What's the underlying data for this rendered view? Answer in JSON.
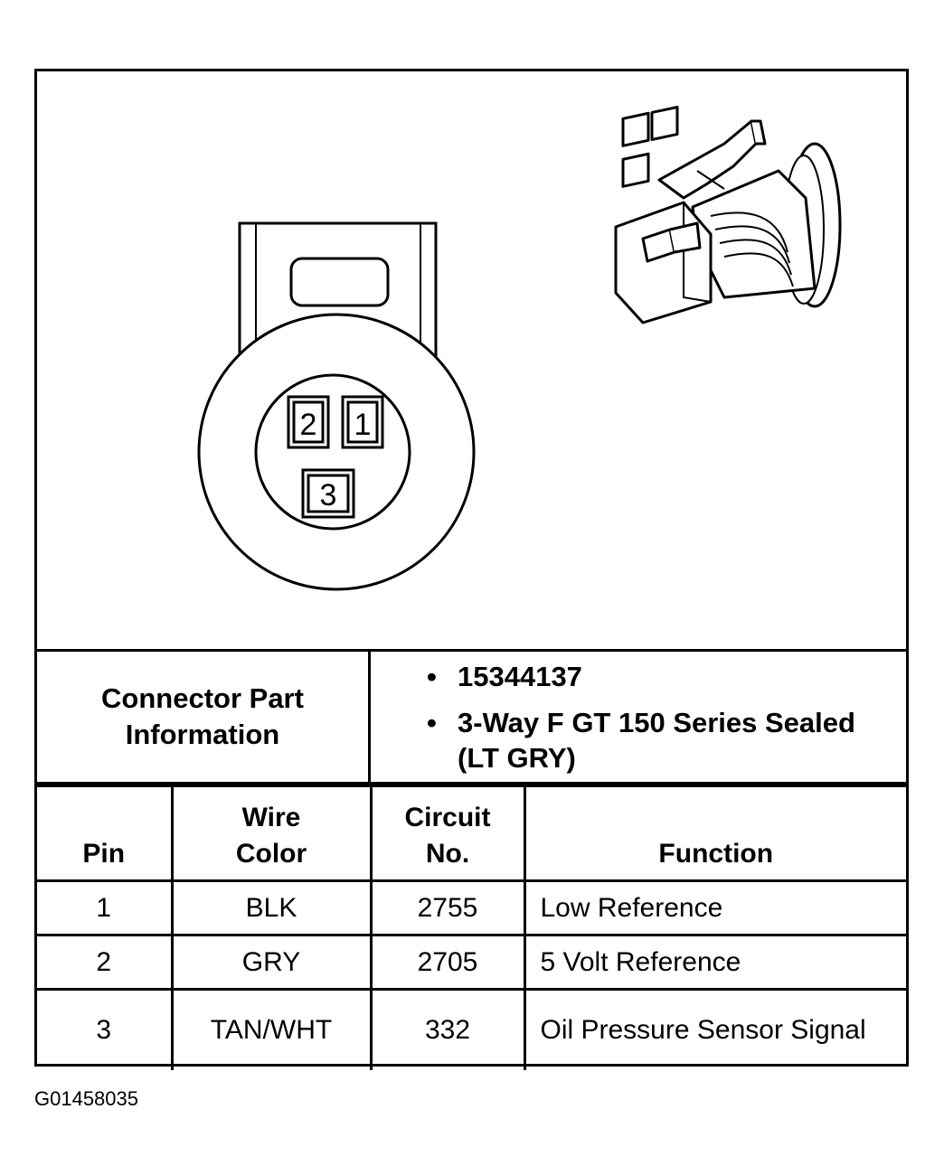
{
  "connector": {
    "face_pins": [
      "2",
      "1",
      "3"
    ]
  },
  "part_info": {
    "label": "Connector Part Information",
    "items": [
      "15344137",
      "3-Way F GT 150 Series Sealed (LT GRY)"
    ],
    "bullet": "•"
  },
  "pin_table": {
    "headers": {
      "pin": "Pin",
      "wire_color_1": "Wire",
      "wire_color_2": "Color",
      "circuit_1": "Circuit",
      "circuit_2": "No.",
      "function": "Function"
    },
    "rows": [
      {
        "pin": "1",
        "wire_color": "BLK",
        "circuit": "2755",
        "function": "Low Reference"
      },
      {
        "pin": "2",
        "wire_color": "GRY",
        "circuit": "2705",
        "function": "5 Volt Reference"
      },
      {
        "pin": "3",
        "wire_color": "TAN/WHT",
        "circuit": "332",
        "function": "Oil Pressure Sensor Signal"
      }
    ]
  },
  "figure_id": "G01458035"
}
